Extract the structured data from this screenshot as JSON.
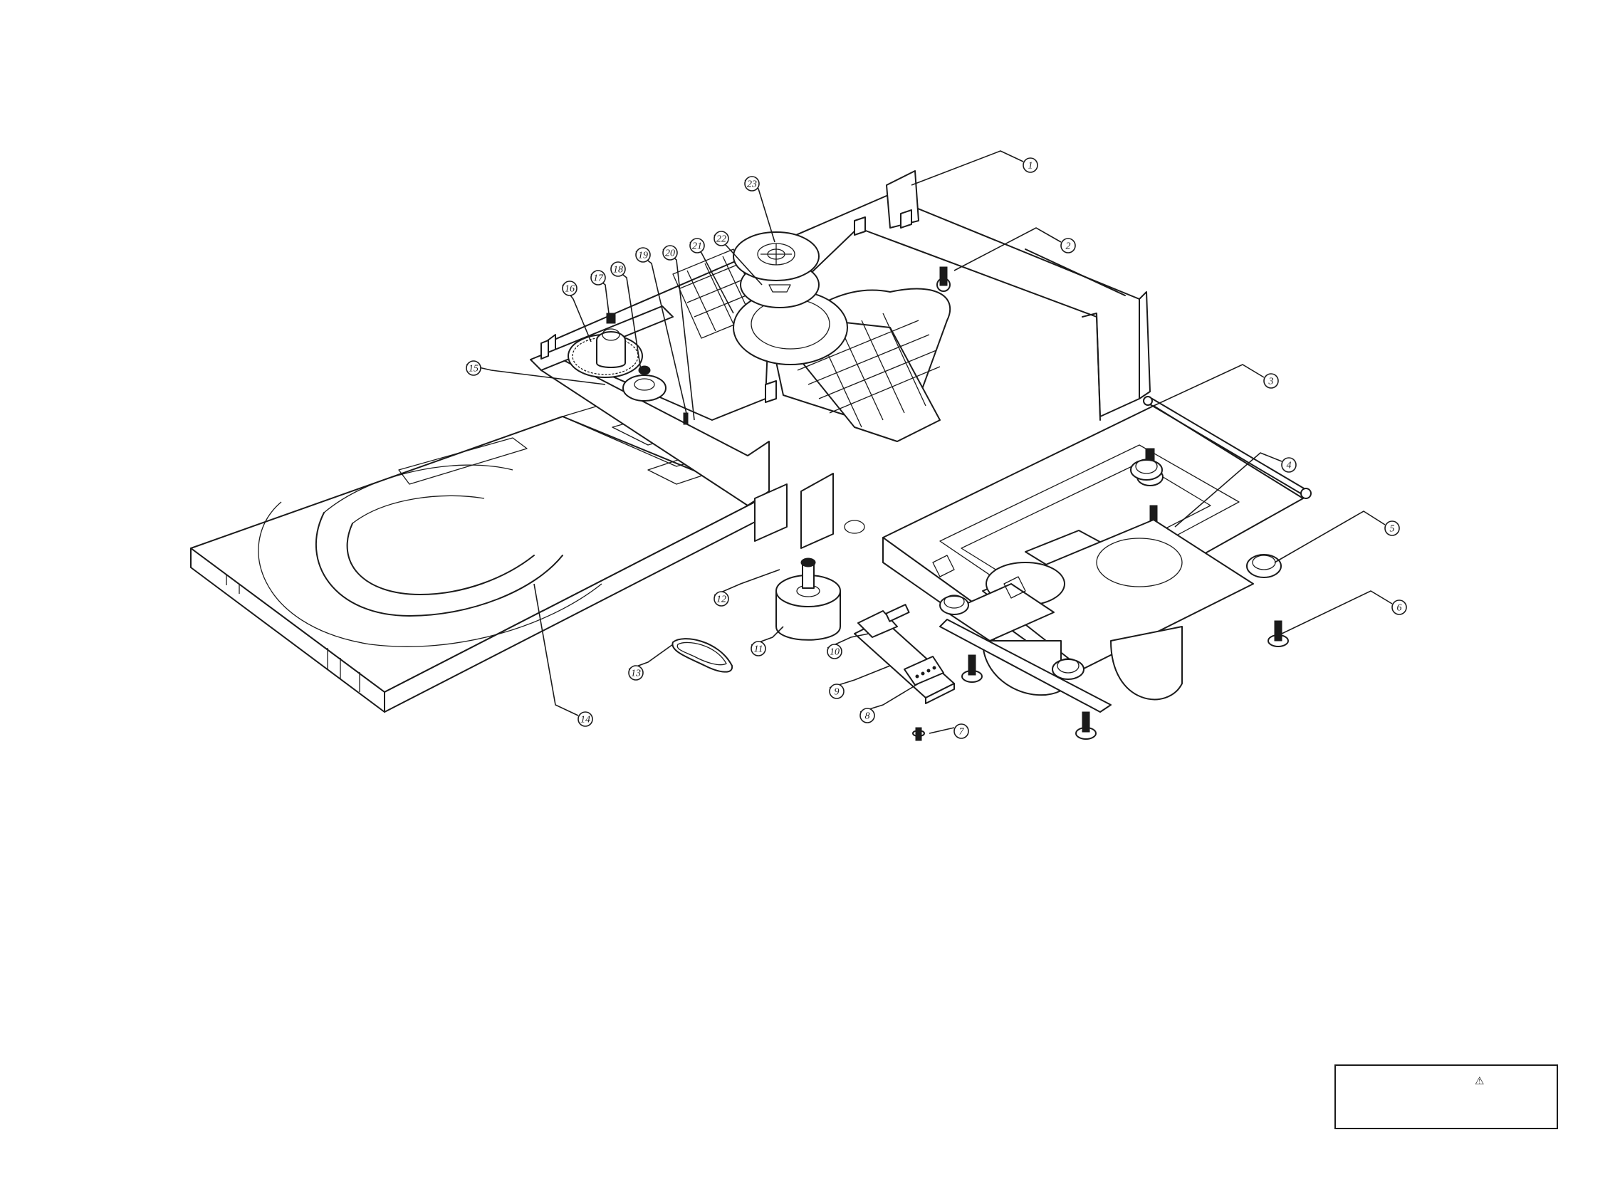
{
  "figure": {
    "title": "",
    "callouts": [
      {
        "id": "callout-1",
        "label": "1"
      },
      {
        "id": "callout-2",
        "label": "2"
      },
      {
        "id": "callout-3",
        "label": "3"
      },
      {
        "id": "callout-4",
        "label": "4"
      },
      {
        "id": "callout-5",
        "label": "5"
      },
      {
        "id": "callout-6",
        "label": "6"
      },
      {
        "id": "callout-7",
        "label": "7"
      },
      {
        "id": "callout-8",
        "label": "8"
      },
      {
        "id": "callout-9",
        "label": "9"
      },
      {
        "id": "callout-10",
        "label": "10"
      },
      {
        "id": "callout-11",
        "label": "11"
      },
      {
        "id": "callout-12",
        "label": "12"
      },
      {
        "id": "callout-13",
        "label": "13"
      },
      {
        "id": "callout-14",
        "label": "14"
      },
      {
        "id": "callout-15",
        "label": "15"
      },
      {
        "id": "callout-16",
        "label": "16"
      },
      {
        "id": "callout-17",
        "label": "17"
      },
      {
        "id": "callout-18",
        "label": "18"
      },
      {
        "id": "callout-19",
        "label": "19"
      },
      {
        "id": "callout-20",
        "label": "20"
      },
      {
        "id": "callout-21",
        "label": "21"
      },
      {
        "id": "callout-22",
        "label": "22"
      },
      {
        "id": "callout-23",
        "label": "23"
      }
    ]
  },
  "notice": {
    "icon": "warning-triangle-icon",
    "text": ""
  }
}
